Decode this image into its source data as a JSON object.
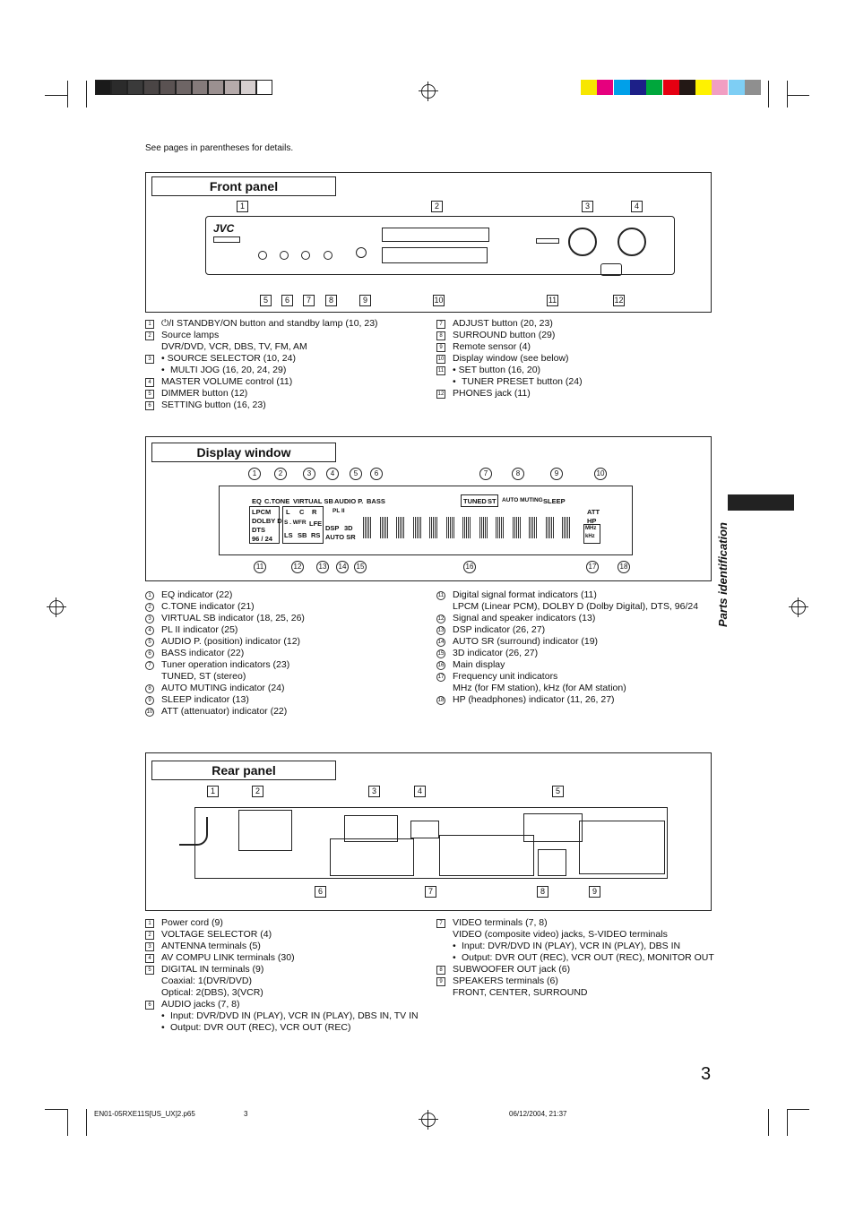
{
  "intro": "See pages in parentheses for details.",
  "colors": {
    "gray_bar": [
      "#1a1a1a",
      "#2b2b2b",
      "#3a3a3a",
      "#4a4545",
      "#5a5252",
      "#6e6565",
      "#857b7b",
      "#9b9090",
      "#b5aaaa",
      "#d6cfcf",
      "#ffffff"
    ],
    "color_bar": [
      "#f7e600",
      "#e6007e",
      "#00a0e9",
      "#1d2088",
      "#00a73c",
      "#e60012",
      "#231815",
      "#fff200",
      "#f19ec2",
      "#7ecef4",
      "#8f8f8f"
    ]
  },
  "front": {
    "title": "Front panel",
    "brand": "JVC",
    "callouts_top": [
      "1",
      "2",
      "3",
      "4"
    ],
    "callouts_bottom": [
      "5",
      "6",
      "7",
      "8",
      "9",
      "10",
      "11",
      "12"
    ],
    "items_left": [
      {
        "n": "1",
        "text": "⏻/I STANDBY/ON button and standby lamp (10, 23)"
      },
      {
        "n": "2",
        "text": "Source lamps",
        "sub": [
          "DVR/DVD, VCR, DBS, TV, FM, AM"
        ]
      },
      {
        "n": "3",
        "bullets": [
          "SOURCE SELECTOR (10, 24)",
          "MULTI JOG (16, 20, 24, 29)"
        ]
      },
      {
        "n": "4",
        "text": "MASTER VOLUME control (11)"
      },
      {
        "n": "5",
        "text": "DIMMER button (12)"
      },
      {
        "n": "6",
        "text": "SETTING button (16, 23)"
      }
    ],
    "items_right": [
      {
        "n": "7",
        "text": "ADJUST button (20, 23)"
      },
      {
        "n": "8",
        "text": "SURROUND button (29)"
      },
      {
        "n": "9",
        "text": "Remote sensor (4)"
      },
      {
        "n": "10",
        "text": "Display window (see below)"
      },
      {
        "n": "11",
        "bullets": [
          "SET button (16, 20)",
          "TUNER PRESET button (24)"
        ]
      },
      {
        "n": "12",
        "text": "PHONES jack (11)"
      }
    ]
  },
  "display": {
    "title": "Display window",
    "callouts_top": [
      "1",
      "2",
      "3",
      "4",
      "5",
      "6",
      "7",
      "8",
      "9",
      "10"
    ],
    "callouts_bottom": [
      "11",
      "12",
      "13",
      "14",
      "15",
      "16",
      "17",
      "18"
    ],
    "labels": {
      "eq": "EQ",
      "ctone": "C.TONE",
      "vsb": "VIRTUAL SB",
      "audiop": "AUDIO P.",
      "bass": "BASS",
      "tuned": "TUNED",
      "st": "ST",
      "automuting": "AUTO MUTING",
      "sleep": "SLEEP",
      "att": "ATT",
      "hp": "HP",
      "lpcm": "LPCM",
      "dolbyd": "DOLBY D",
      "dts": "DTS",
      "r9624": "96 / 24",
      "l": "L",
      "c": "C",
      "r": "R",
      "swfr": "S . WFR",
      "lfe": "LFE",
      "ls": "LS",
      "sb": "SB",
      "rs": "RS",
      "dsp": "DSP",
      "autosr": "AUTO SR",
      "d3": "3D",
      "pl2": "PL II",
      "mhz": "MHz",
      "khz": "kHz"
    },
    "items_left": [
      {
        "n": "1",
        "text": "EQ indicator (22)"
      },
      {
        "n": "2",
        "text": "C.TONE indicator (21)"
      },
      {
        "n": "3",
        "text": "VIRTUAL SB indicator (18, 25, 26)"
      },
      {
        "n": "4",
        "text": "PL II indicator (25)"
      },
      {
        "n": "5",
        "text": "AUDIO P. (position) indicator (12)"
      },
      {
        "n": "6",
        "text": "BASS indicator (22)"
      },
      {
        "n": "7",
        "text": "Tuner operation indicators (23)",
        "sub": [
          "TUNED, ST (stereo)"
        ]
      },
      {
        "n": "8",
        "text": "AUTO MUTING indicator (24)"
      },
      {
        "n": "9",
        "text": "SLEEP indicator (13)"
      },
      {
        "n": "10",
        "text": "ATT (attenuator) indicator (22)"
      }
    ],
    "items_right": [
      {
        "n": "11",
        "text": "Digital signal format indicators (11)",
        "sub": [
          "LPCM (Linear PCM), DOLBY D (Dolby Digital), DTS, 96/24"
        ]
      },
      {
        "n": "12",
        "text": "Signal and speaker indicators (13)"
      },
      {
        "n": "13",
        "text": "DSP indicator (26, 27)"
      },
      {
        "n": "14",
        "text": "AUTO SR (surround) indicator (19)"
      },
      {
        "n": "15",
        "text": "3D indicator (26, 27)"
      },
      {
        "n": "16",
        "text": "Main display"
      },
      {
        "n": "17",
        "text": "Frequency unit indicators",
        "sub": [
          "MHz (for FM station), kHz (for AM station)"
        ]
      },
      {
        "n": "18",
        "text": "HP (headphones) indicator (11, 26, 27)"
      }
    ]
  },
  "rear": {
    "title": "Rear panel",
    "callouts_top": [
      "1",
      "2",
      "3",
      "4",
      "5"
    ],
    "callouts_bottom": [
      "6",
      "7",
      "8",
      "9"
    ],
    "items_left": [
      {
        "n": "1",
        "text": "Power cord (9)"
      },
      {
        "n": "2",
        "text": "VOLTAGE SELECTOR (4)"
      },
      {
        "n": "3",
        "text": "ANTENNA terminals (5)"
      },
      {
        "n": "4",
        "text": "AV COMPU LINK terminals (30)"
      },
      {
        "n": "5",
        "text": "DIGITAL IN terminals (9)",
        "sub": [
          "Coaxial: 1(DVR/DVD)",
          "Optical: 2(DBS), 3(VCR)"
        ]
      },
      {
        "n": "6",
        "text": "AUDIO jacks (7, 8)",
        "bullets": [
          "Input: DVR/DVD IN (PLAY), VCR IN (PLAY), DBS IN, TV IN",
          "Output: DVR OUT (REC), VCR OUT (REC)"
        ]
      }
    ],
    "items_right": [
      {
        "n": "7",
        "text": "VIDEO terminals (7, 8)",
        "sub": [
          "VIDEO (composite video) jacks, S-VIDEO terminals"
        ],
        "bullets": [
          "Input: DVR/DVD IN (PLAY), VCR IN (PLAY), DBS IN",
          "Output: DVR OUT (REC), VCR OUT (REC), MONITOR OUT"
        ]
      },
      {
        "n": "8",
        "text": "SUBWOOFER OUT jack (6)"
      },
      {
        "n": "9",
        "text": "SPEAKERS terminals (6)",
        "sub": [
          "FRONT, CENTER, SURROUND"
        ]
      }
    ]
  },
  "side_tab": "Parts identification",
  "page_number": "3",
  "footer": {
    "file": "EN01-05RXE11S[US_UX]2.p65",
    "page": "3",
    "date": "06/12/2004, 21:37"
  }
}
